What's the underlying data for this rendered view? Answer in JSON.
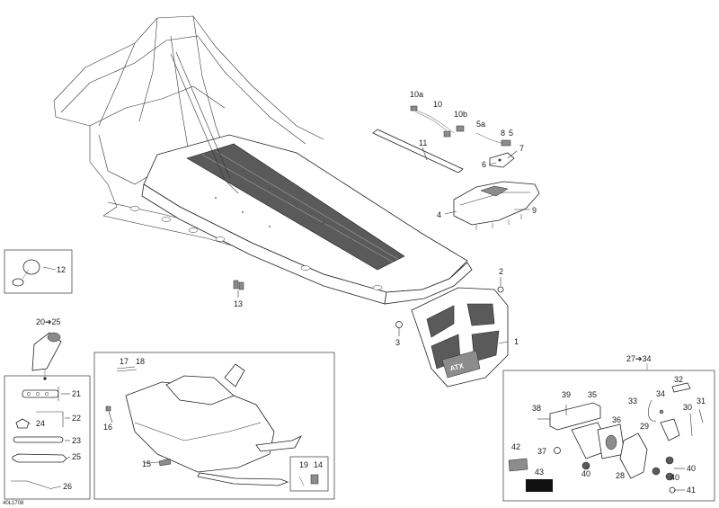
{
  "diagram_code": "40L1708",
  "kit_labels": {
    "kit_a": "20➔25",
    "kit_b": "27➔34"
  },
  "callouts": {
    "c1": "1",
    "c2": "2",
    "c3": "3",
    "c4": "4",
    "c5": "5",
    "c5a": "5a",
    "c6": "6",
    "c7": "7",
    "c8": "8",
    "c9": "9",
    "c10": "10",
    "c10a": "10a",
    "c10b": "10b",
    "c11": "11",
    "c12": "12",
    "c13": "13",
    "c14": "14",
    "c15": "15",
    "c16": "16",
    "c17": "17",
    "c18": "18",
    "c19": "19",
    "c21": "21",
    "c22": "22",
    "c23": "23",
    "c24": "24",
    "c25": "25",
    "c26": "26",
    "c28": "28",
    "c29": "29",
    "c30": "30",
    "c31": "31",
    "c32": "32",
    "c33": "33",
    "c34": "34",
    "c35": "35",
    "c36": "36",
    "c37": "37",
    "c38": "38",
    "c39": "39",
    "c40a": "40",
    "c40b": "40",
    "c40c": "40",
    "c41": "41",
    "c42": "42",
    "c43": "43"
  },
  "front_panel_logo": "ATX"
}
